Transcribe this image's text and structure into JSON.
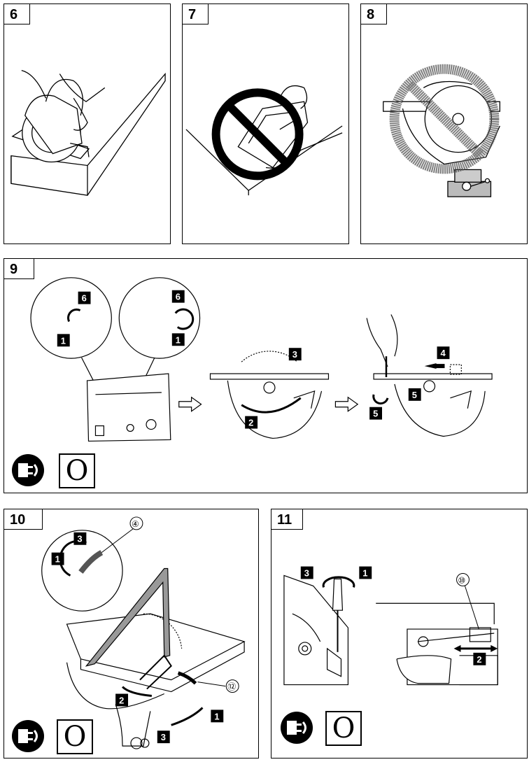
{
  "panels": [
    {
      "id": "6",
      "label": "6"
    },
    {
      "id": "7",
      "label": "7"
    },
    {
      "id": "8",
      "label": "8"
    },
    {
      "id": "9",
      "label": "9"
    },
    {
      "id": "10",
      "label": "10"
    },
    {
      "id": "11",
      "label": "11"
    }
  ],
  "fig9": {
    "steps": [
      "6",
      "1",
      "6",
      "1",
      "3",
      "2",
      "4",
      "5",
      "5"
    ],
    "mode_letter": "O"
  },
  "fig10": {
    "steps": [
      "3",
      "1",
      "2",
      "1",
      "3"
    ],
    "callouts": [
      "④",
      "⑫"
    ],
    "mode_letter": "O"
  },
  "fig11": {
    "steps": [
      "3",
      "1",
      "2"
    ],
    "callouts": [
      "⑩"
    ],
    "mode_letter": "O"
  },
  "icons": [
    "unplug-icon",
    "no-symbol-icon"
  ]
}
